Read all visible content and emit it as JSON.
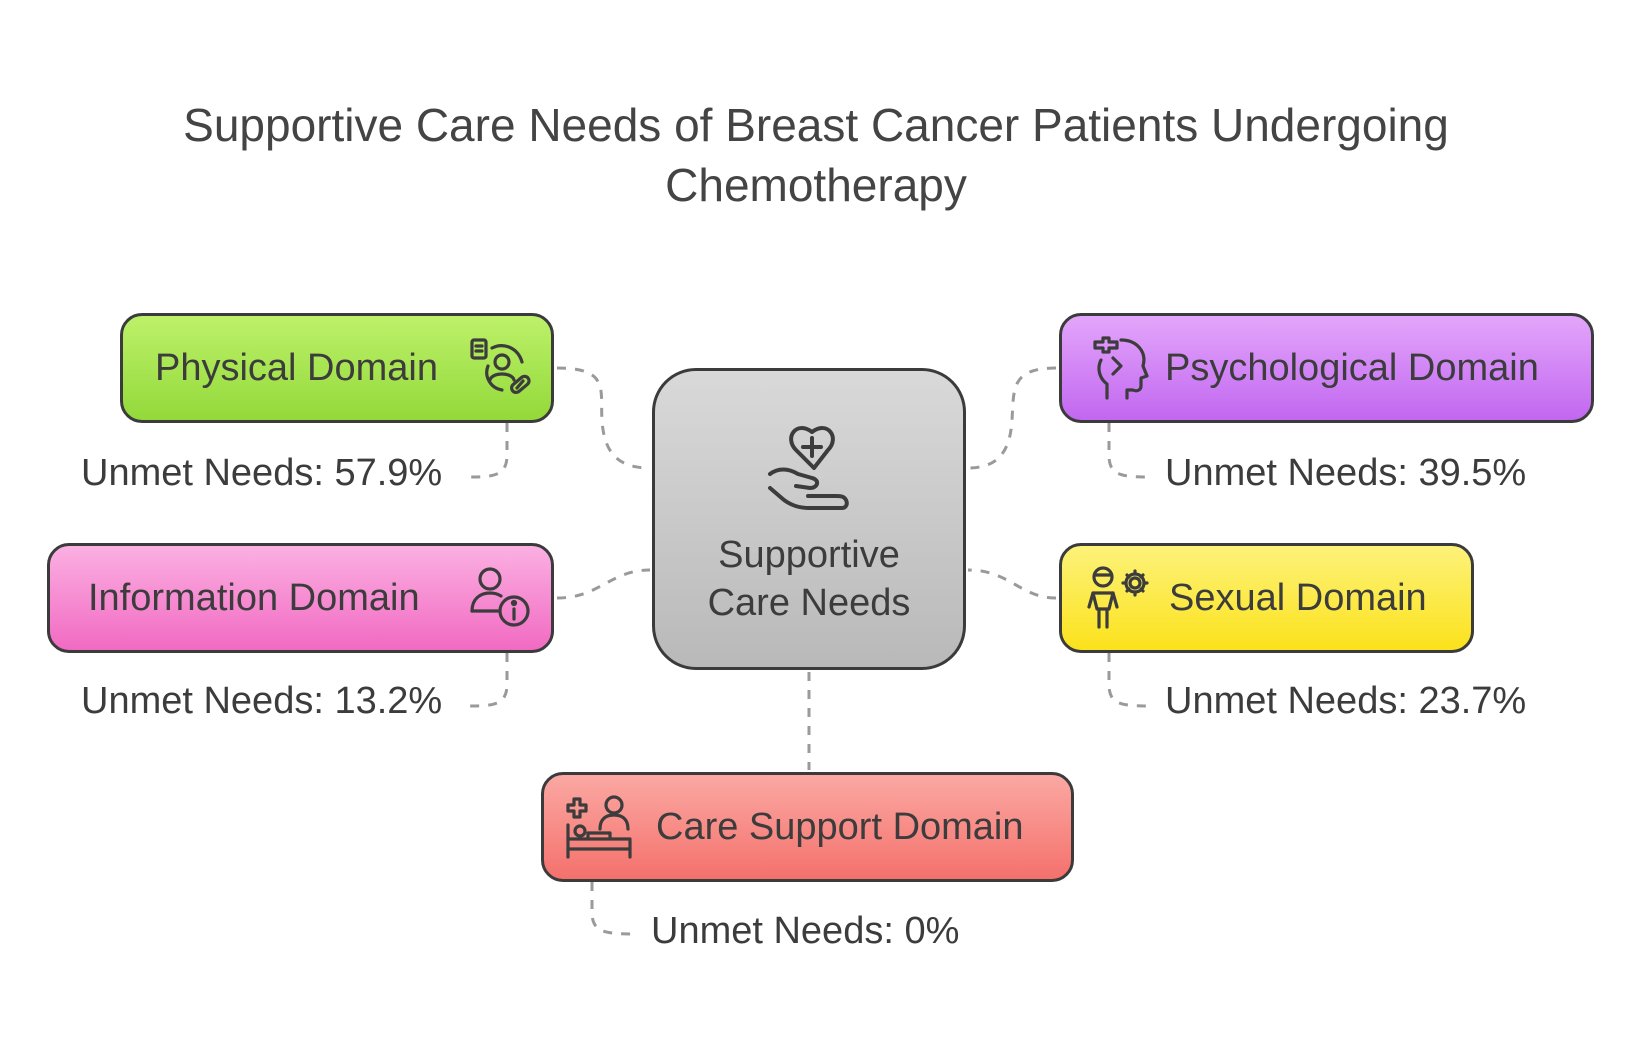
{
  "title": "Supportive Care Needs of Breast Cancer Patients Undergoing Chemotherapy",
  "center": {
    "label_line1": "Supportive",
    "label_line2": "Care Needs",
    "icon": "heart-hand-icon",
    "color": "#c9c9c9"
  },
  "domains": [
    {
      "label": "Physical Domain",
      "stat": "Unmet Needs: 57.9%",
      "icon": "patient-medication-icon",
      "color": "#a8e34f"
    },
    {
      "label": "Psychological Domain",
      "stat": "Unmet Needs: 39.5%",
      "icon": "mental-health-head-icon",
      "color": "#d07ff5"
    },
    {
      "label": "Information Domain",
      "stat": "Unmet Needs: 13.2%",
      "icon": "person-info-icon",
      "color": "#f58ad2"
    },
    {
      "label": "Sexual Domain",
      "stat": "Unmet Needs: 23.7%",
      "icon": "person-gear-icon",
      "color": "#fce94b"
    },
    {
      "label": "Care Support Domain",
      "stat": "Unmet Needs: 0%",
      "icon": "hospital-bed-icon",
      "color": "#f78c86"
    }
  ]
}
